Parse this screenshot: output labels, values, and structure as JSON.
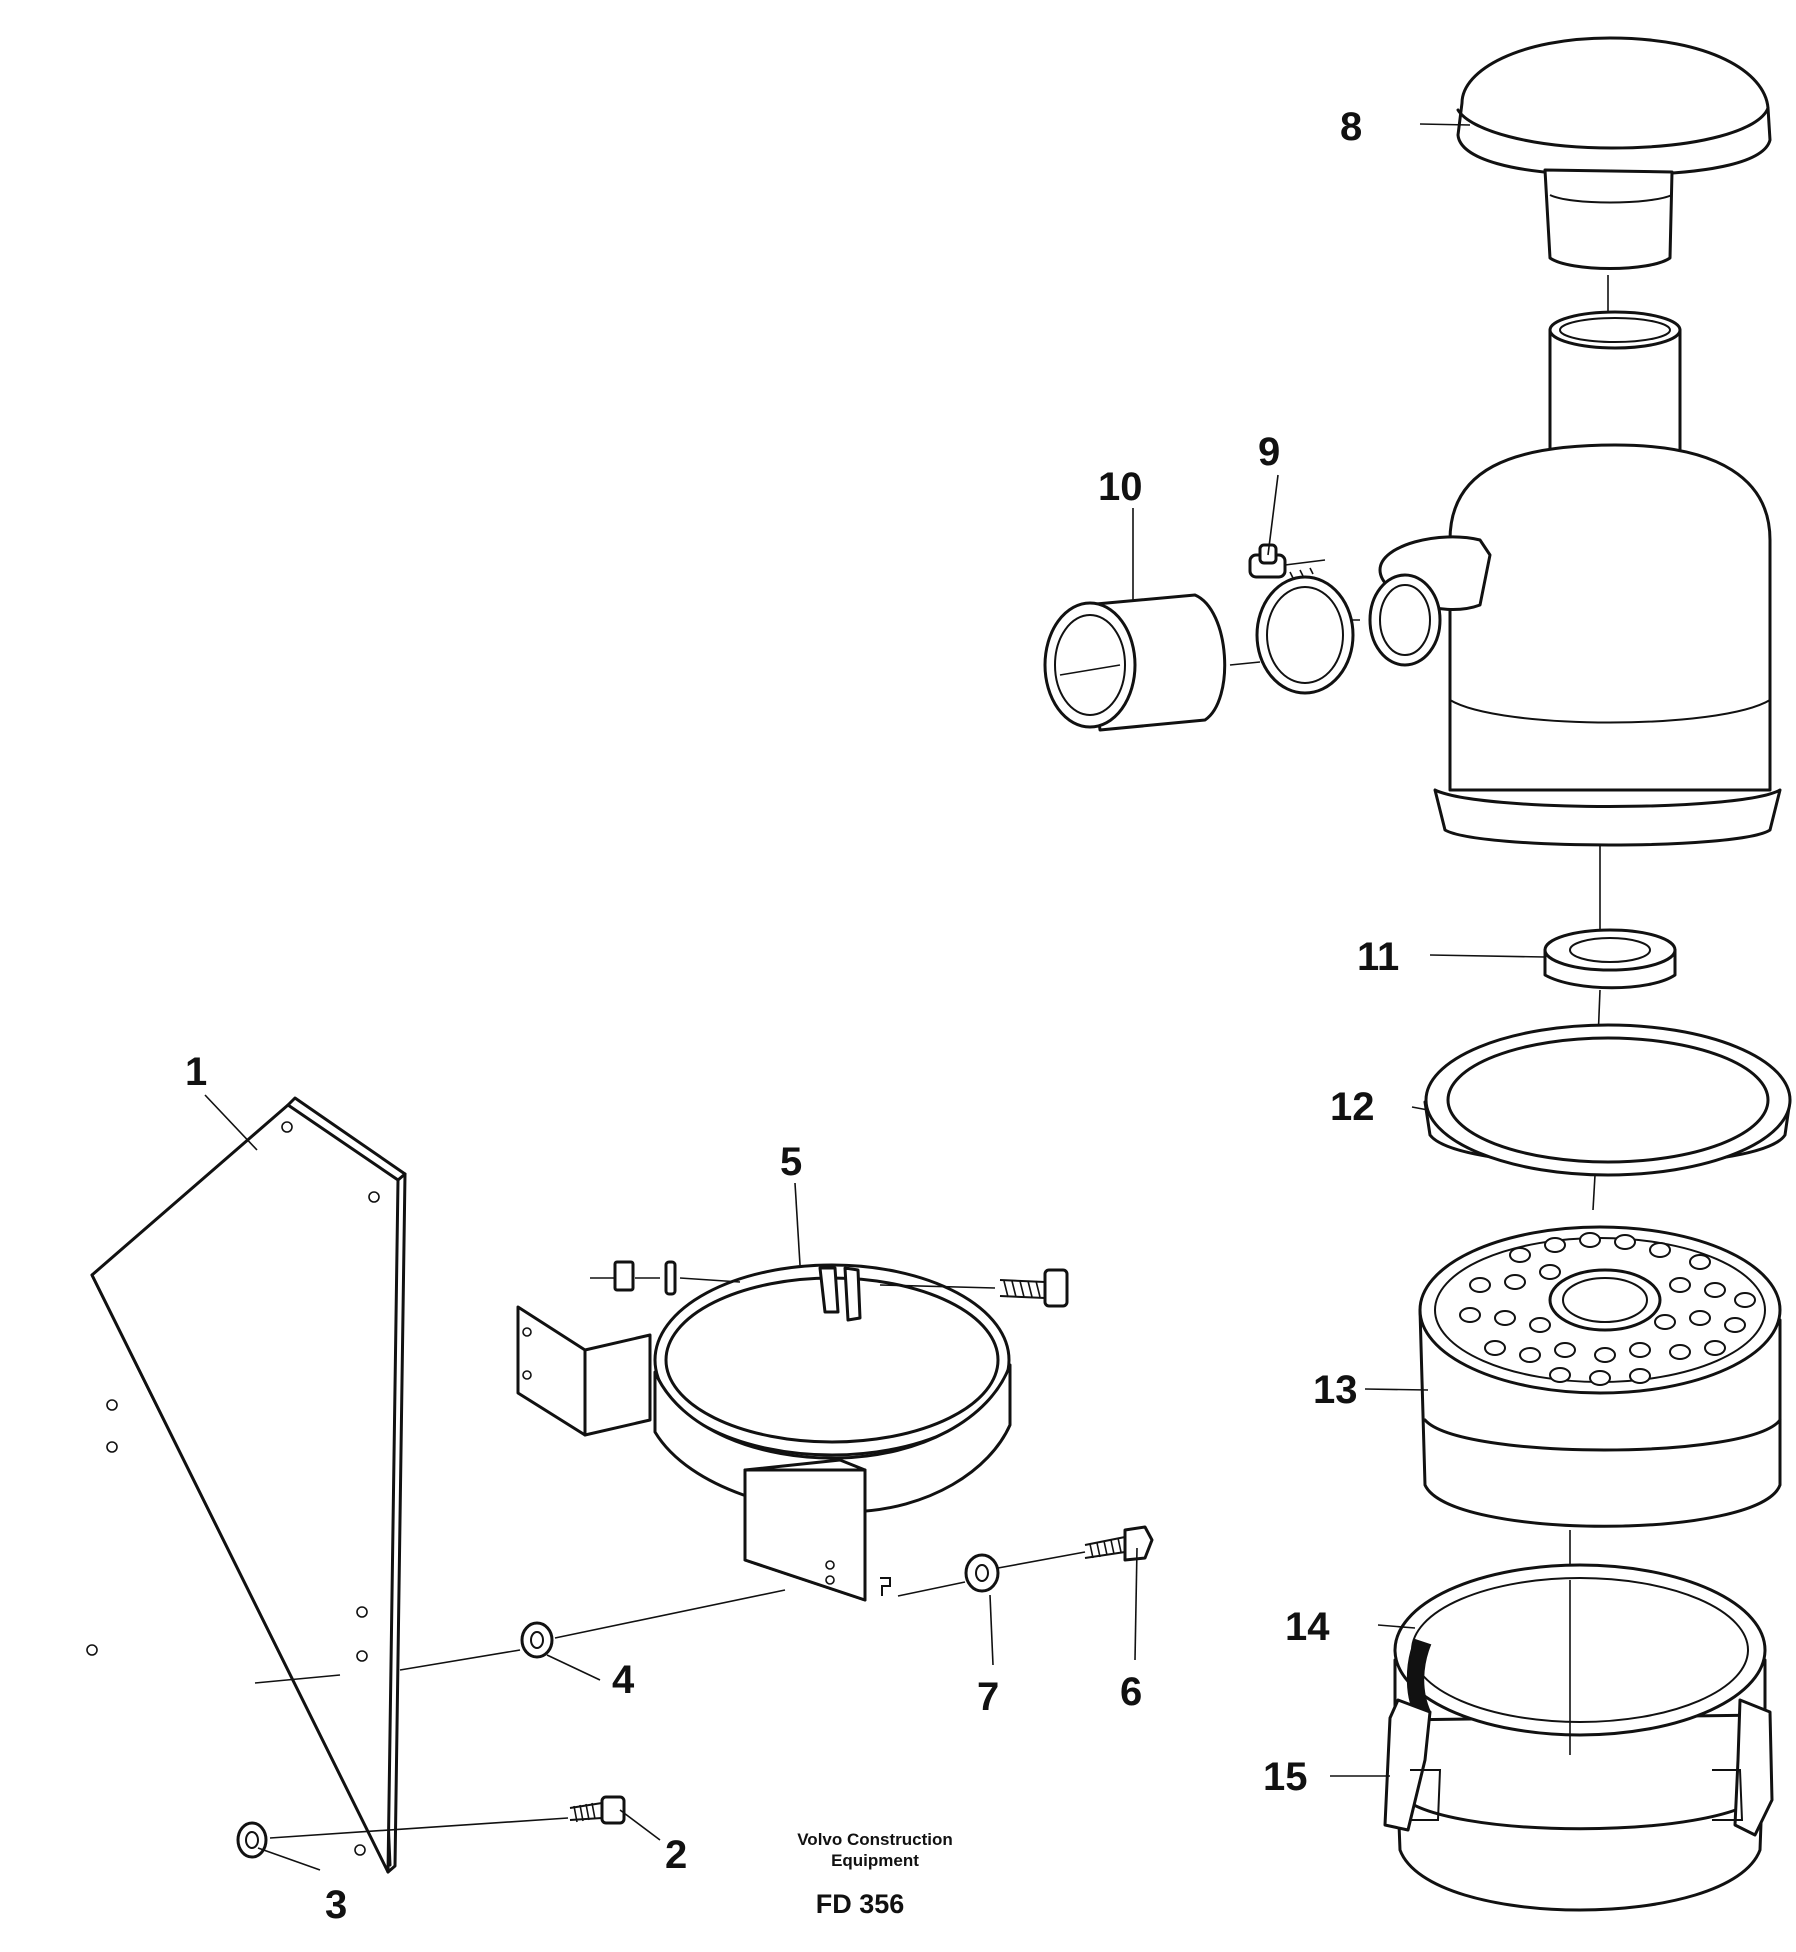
{
  "diagram": {
    "callouts": {
      "c1": "1",
      "c2": "2",
      "c3": "3",
      "c4": "4",
      "c5": "5",
      "c6": "6",
      "c7": "7",
      "c8": "8",
      "c9": "9",
      "c10": "10",
      "c11": "11",
      "c12": "12",
      "c13": "13",
      "c14": "14",
      "c15": "15"
    },
    "caption_line1": "Volvo Construction",
    "caption_line2": "Equipment",
    "document_id": "FD 356"
  }
}
